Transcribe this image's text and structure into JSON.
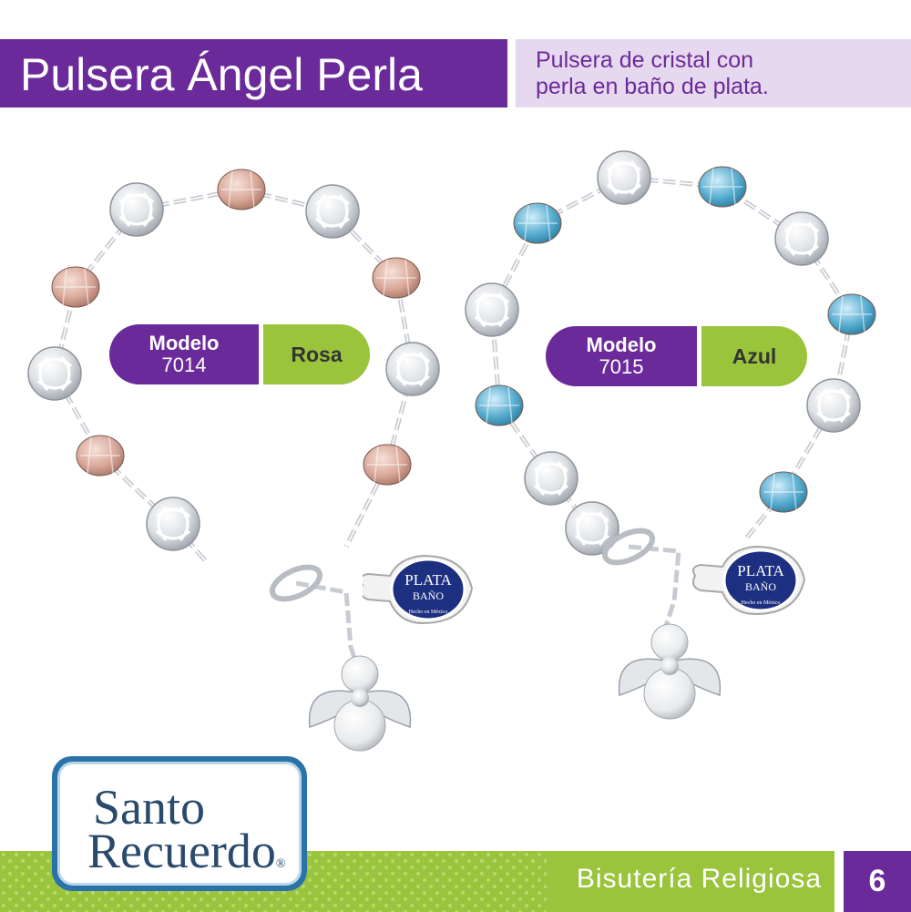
{
  "header": {
    "title": "Pulsera Ángel Perla",
    "description_line1": "Pulsera de cristal con",
    "description_line2": "perla en baño de plata."
  },
  "products": [
    {
      "model_label": "Modelo",
      "model_code": "7014",
      "color": "Rosa",
      "crystal_color": "#d9a99a"
    },
    {
      "model_label": "Modelo",
      "model_code": "7015",
      "color": "Azul",
      "crystal_color": "#5aaed0"
    }
  ],
  "badge": {
    "line1": "PLATA",
    "line2": "BAÑO",
    "line3": "Hecho en México"
  },
  "logo": {
    "line1": "Santo",
    "line2": "Recuerdo",
    "reg": "®"
  },
  "footer": {
    "category": "Bisutería Religiosa",
    "page_number": "6"
  },
  "colors": {
    "purple": "#6b2a9a",
    "lavender": "#e6d9ef",
    "green": "#9ac43c",
    "logo_blue": "#2a73a8"
  }
}
